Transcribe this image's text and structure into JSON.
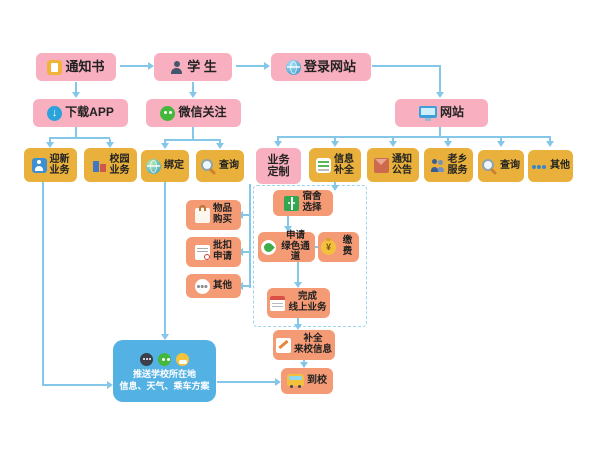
{
  "diagram": {
    "colors": {
      "pink": "#f8afbf",
      "yellow": "#e9b13c",
      "orange": "#f49a74",
      "blue_panel": "#54b1e3",
      "connector": "#85c7e8"
    },
    "nodes": {
      "notice": "通知书",
      "student": "学 生",
      "login": "登录网站",
      "app": "下载APP",
      "wechat": "微信关注",
      "website": "网站",
      "welcome_biz": "迎新\n业务",
      "campus_biz": "校园\n业务",
      "bind": "绑定",
      "wechat_query": "查询",
      "biz_custom": "业务\n定制",
      "info_complete": "信息\n补全",
      "announcement": "通知\n公告",
      "hometown": "老乡\n服务",
      "web_query": "查询",
      "web_other": "其他",
      "goods_buy": "物品\n购买",
      "batch_deduct": "批扣\n申请",
      "app_other": "其他",
      "dorm_select": "宿舍\n选择",
      "green_channel": "申请\n绿色通道",
      "pay": "缴费",
      "finish_online": "完成\n线上业务",
      "arrival_info": "补全\n来校信息",
      "arrive": "到校",
      "push_panel": "推送学校所在地\n信息、天气、乘车方案"
    },
    "icons": {
      "notice": "notification-letter-icon",
      "student": "student-icon",
      "login": "globe-icon",
      "app": "app-download-icon",
      "wechat": "wechat-icon",
      "website": "monitor-icon",
      "welcome_biz": "welcome-person-icon",
      "campus_biz": "campus-buildings-icon",
      "bind": "bind-globe-icon",
      "query": "magnifier-icon",
      "info_complete": "form-icon",
      "announcement": "envelope-icon",
      "hometown": "people-icon",
      "other": "dots-icon",
      "goods_buy": "shopping-bag-icon",
      "batch_deduct": "stamped-document-icon",
      "dorm_select": "dorm-locker-icon",
      "green_channel": "green-leaf-icon",
      "pay": "money-bag-icon",
      "finish_online": "checklist-icon",
      "arrival_info": "pen-icon",
      "arrive": "school-bus-icon",
      "panel": [
        "chat-bubble-icon",
        "wechat-icon",
        "weather-icon"
      ]
    }
  }
}
